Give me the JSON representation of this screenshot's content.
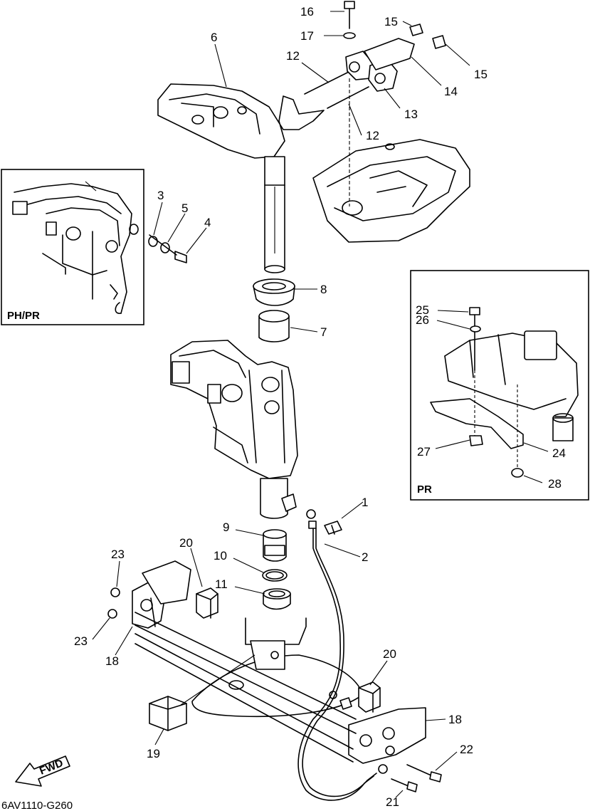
{
  "diagram_code": "6AV1110-G260",
  "fwd_label": "FWD",
  "inset_left_label": "PH/PR",
  "inset_right_label": "PR",
  "callouts": {
    "c1": "1",
    "c2": "2",
    "c3": "3",
    "c4": "4",
    "c5": "5",
    "c6": "6",
    "c7": "7",
    "c8": "8",
    "c9": "9",
    "c10": "10",
    "c11": "11",
    "c12a": "12",
    "c12b": "12",
    "c13": "13",
    "c14": "14",
    "c15a": "15",
    "c15b": "15",
    "c16": "16",
    "c17": "17",
    "c18a": "18",
    "c18b": "18",
    "c19": "19",
    "c20a": "20",
    "c20b": "20",
    "c21": "21",
    "c22": "22",
    "c23a": "23",
    "c23b": "23",
    "c24": "24",
    "c25": "25",
    "c26": "26",
    "c27": "27",
    "c28": "28"
  }
}
